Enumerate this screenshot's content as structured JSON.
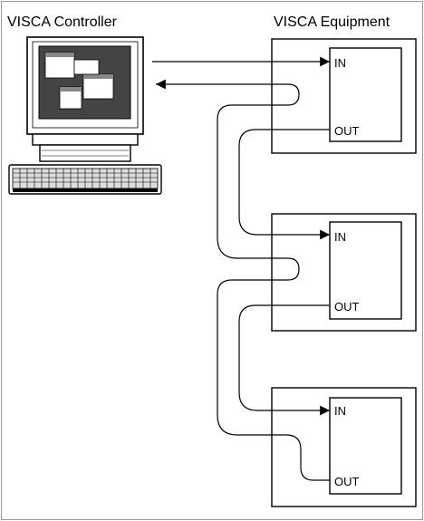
{
  "labels": {
    "controller_title": "VISCA Controller",
    "equipment_title": "VISCA Equipment"
  },
  "devices": [
    {
      "in_label": "IN",
      "out_label": "OUT"
    },
    {
      "in_label": "IN",
      "out_label": "OUT"
    },
    {
      "in_label": "IN",
      "out_label": "OUT"
    }
  ]
}
